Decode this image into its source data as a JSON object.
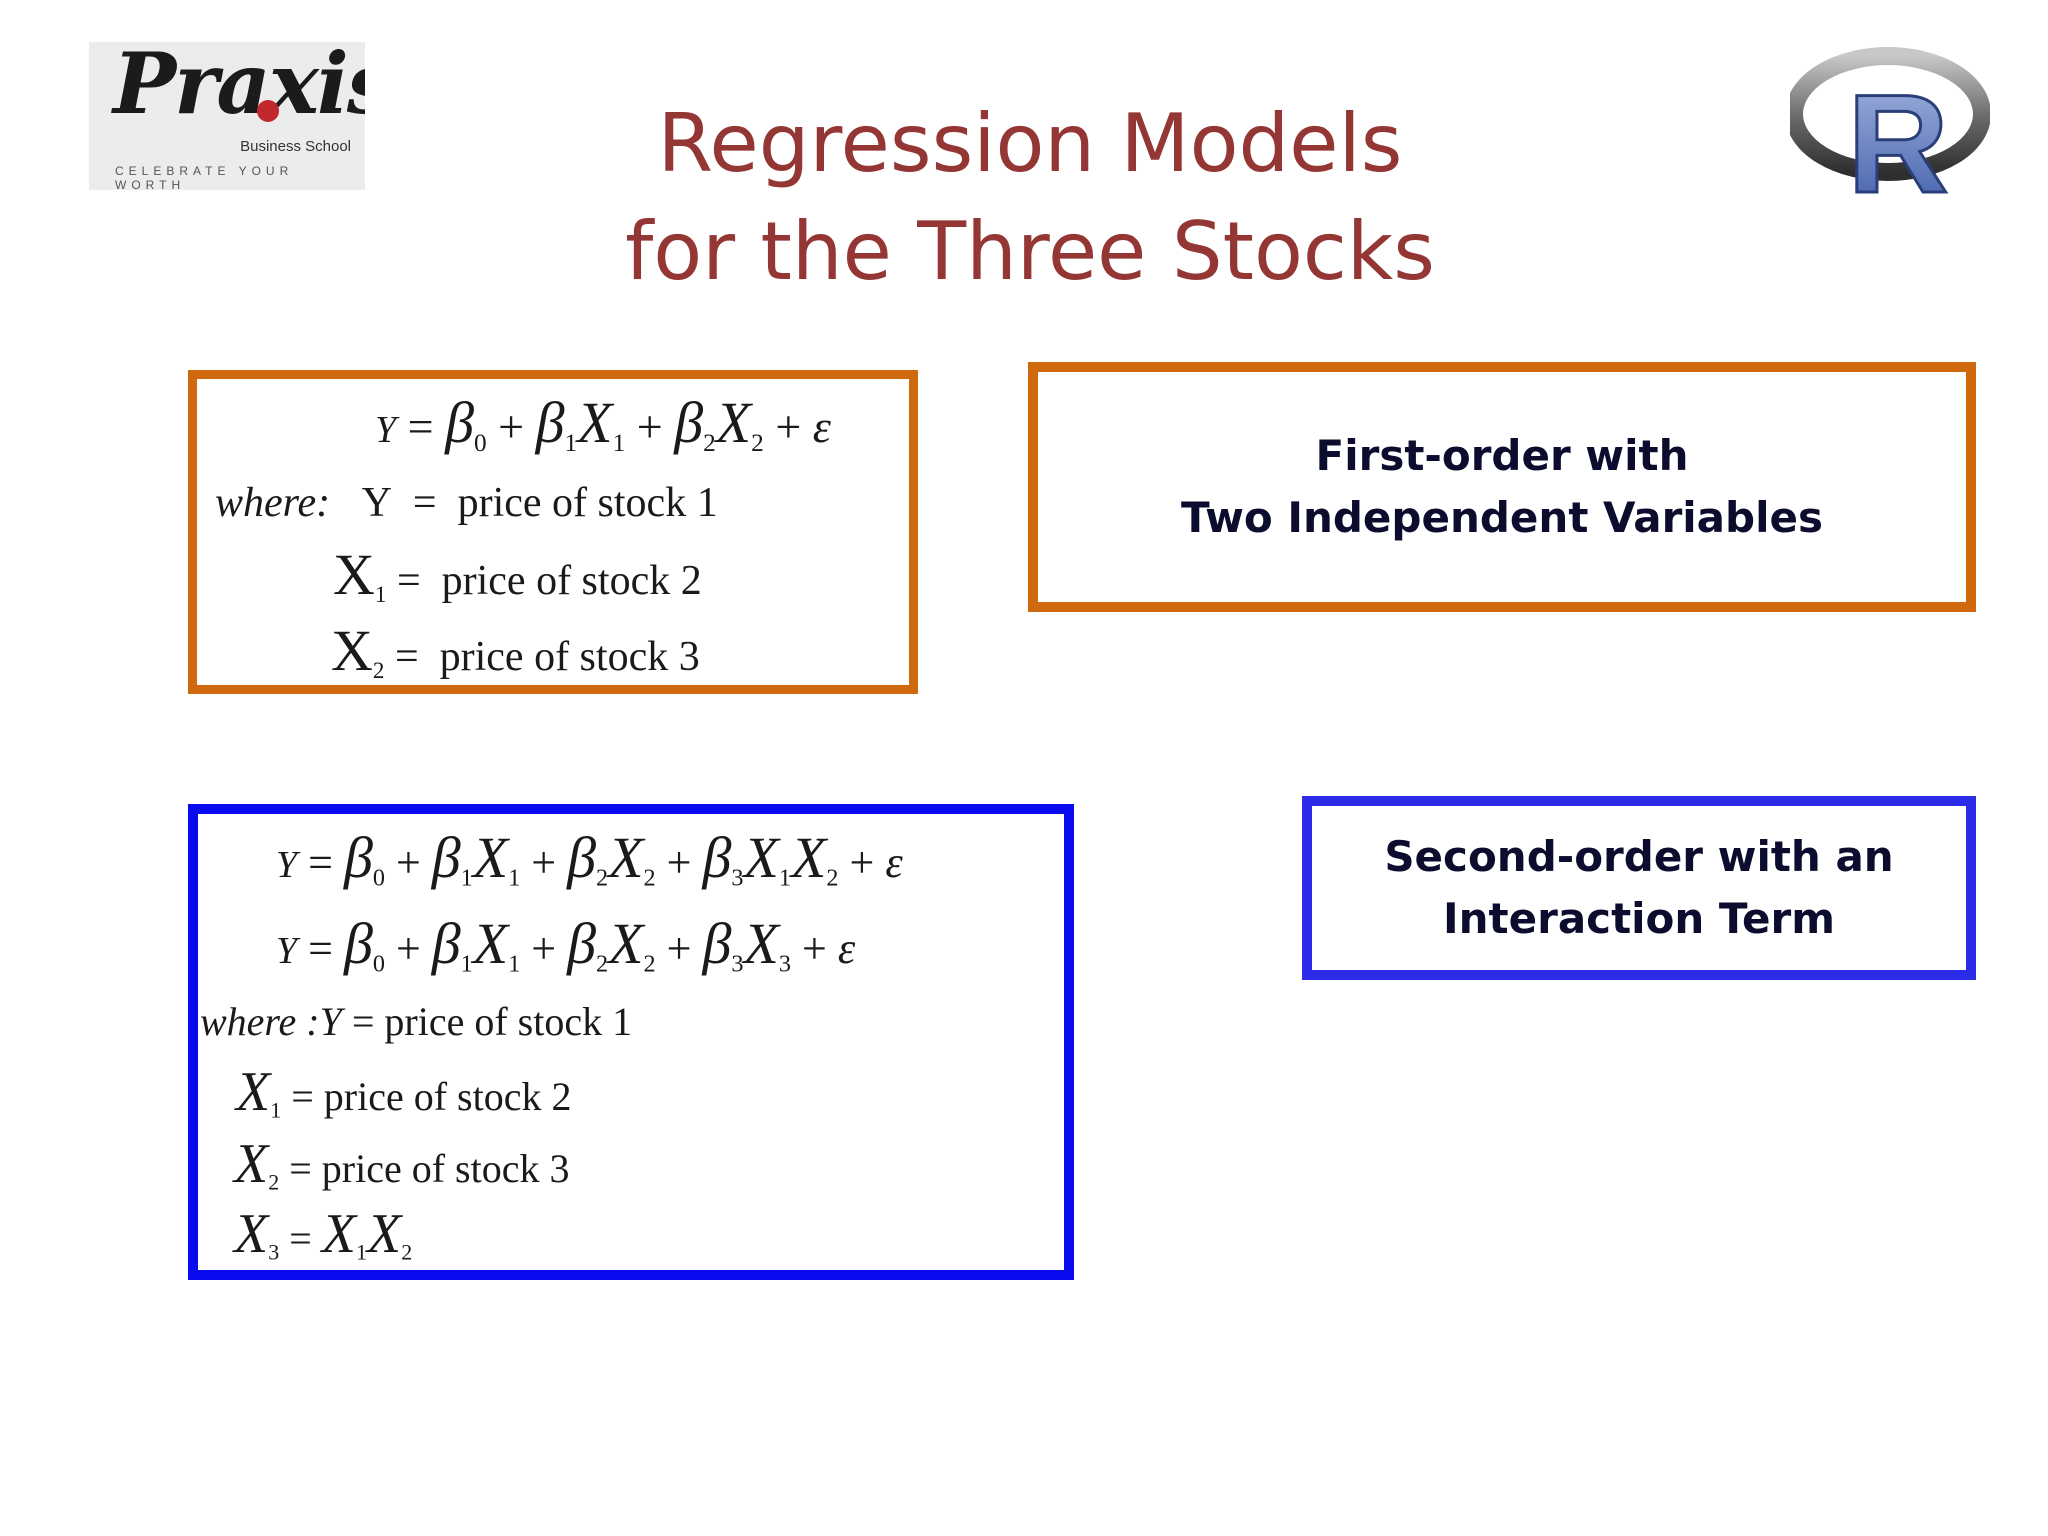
{
  "header": {
    "title_line1": "Regression Models",
    "title_line2": "for the Three Stocks"
  },
  "logos": {
    "praxis": {
      "brand": "Praxis",
      "subtitle": "Business School",
      "motto": "CELEBRATE YOUR WORTH"
    },
    "r": {
      "letter": "R"
    }
  },
  "model1": {
    "equation": "Y = β0 + β1X1 + β2X2 + ε",
    "where_label": "where:",
    "definitions": [
      {
        "var": "Y",
        "text": "price of stock 1"
      },
      {
        "var": "X1",
        "text": "price of stock 2"
      },
      {
        "var": "X2",
        "text": "price of stock 3"
      }
    ],
    "label_line1": "First-order with",
    "label_line2": "Two Independent Variables"
  },
  "model2": {
    "equation1": "Y = β0 + β1X1 + β2X2 + β3X1X2 + ε",
    "equation2": "Y = β0 + β1X1 + β2X2 + β3X3 + ε",
    "where_label": "where :",
    "definitions": [
      {
        "var": "Y",
        "text": "price of stock 1"
      },
      {
        "var": "X1",
        "text": "price of stock 2"
      },
      {
        "var": "X2",
        "text": "price of stock 3"
      },
      {
        "var": "X3",
        "text": "X1X2"
      }
    ],
    "label_line1": "Second-order with an",
    "label_line2": "Interaction Term"
  },
  "colors": {
    "title": "#943634",
    "orange_border": "#d0690e",
    "blue_border": "#0a0af0",
    "label_text": "#0c0c2e"
  }
}
